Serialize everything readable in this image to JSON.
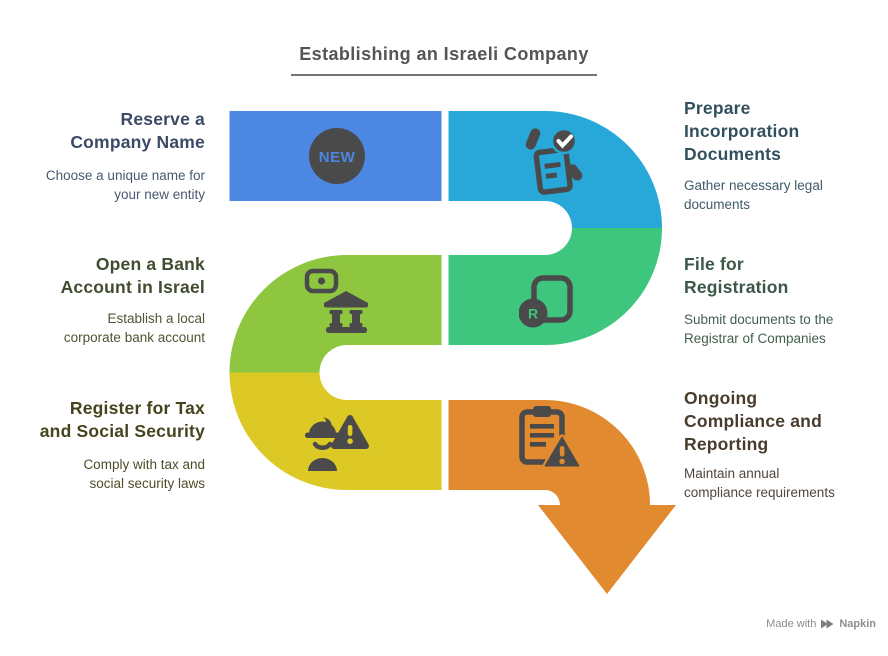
{
  "title": {
    "text": "Establishing an Israeli Company"
  },
  "colors": {
    "background": "#ffffff",
    "icon_dark": "#4a4a4a",
    "title_text": "#555555",
    "title_underline": "#757575",
    "footer_text": "#8d8d8d"
  },
  "steps": [
    {
      "title": "Reserve a\nCompany Name",
      "subtitle": "Choose a unique name for\nyour new entity",
      "icon": "new-badge-icon",
      "badge_text": "NEW",
      "segment_color": "#4b87e3",
      "title_color": "#3c4a66",
      "subtitle_color": "#4a5872",
      "side": "left"
    },
    {
      "title": "Prepare\nIncorporation\nDocuments",
      "subtitle": "Gather necessary legal\ndocuments",
      "icon": "document-check-icon",
      "segment_color": "#27a8d8",
      "title_color": "#33505f",
      "subtitle_color": "#3f5a68",
      "side": "right"
    },
    {
      "title": "Open a Bank\nAccount in Israel",
      "subtitle": "Establish a local\ncorporate bank account",
      "icon": "bank-icon",
      "segment_color": "#8ec63f",
      "title_color": "#414d30",
      "subtitle_color": "#4c5634",
      "side": "left"
    },
    {
      "title": "File for\nRegistration",
      "subtitle": "Submit documents to the\nRegistrar of Companies",
      "icon": "registration-icon",
      "badge_text": "R",
      "segment_color": "#3ec57e",
      "title_color": "#3a5747",
      "subtitle_color": "#43604e",
      "side": "right"
    },
    {
      "title": "Register for Tax\nand Social Security",
      "subtitle": "Comply with tax and\nsocial security laws",
      "icon": "worker-warning-icon",
      "segment_color": "#ddc926",
      "title_color": "#46441f",
      "subtitle_color": "#4e4c28",
      "side": "left"
    },
    {
      "title": "Ongoing\nCompliance and\nReporting",
      "subtitle": "Maintain annual\ncompliance requirements",
      "icon": "clipboard-warning-icon",
      "segment_color": "#e28a30",
      "title_color": "#483c2c",
      "subtitle_color": "#52453a",
      "side": "right"
    }
  ],
  "footer": {
    "made_with": "Made with",
    "brand": "Napkin"
  }
}
